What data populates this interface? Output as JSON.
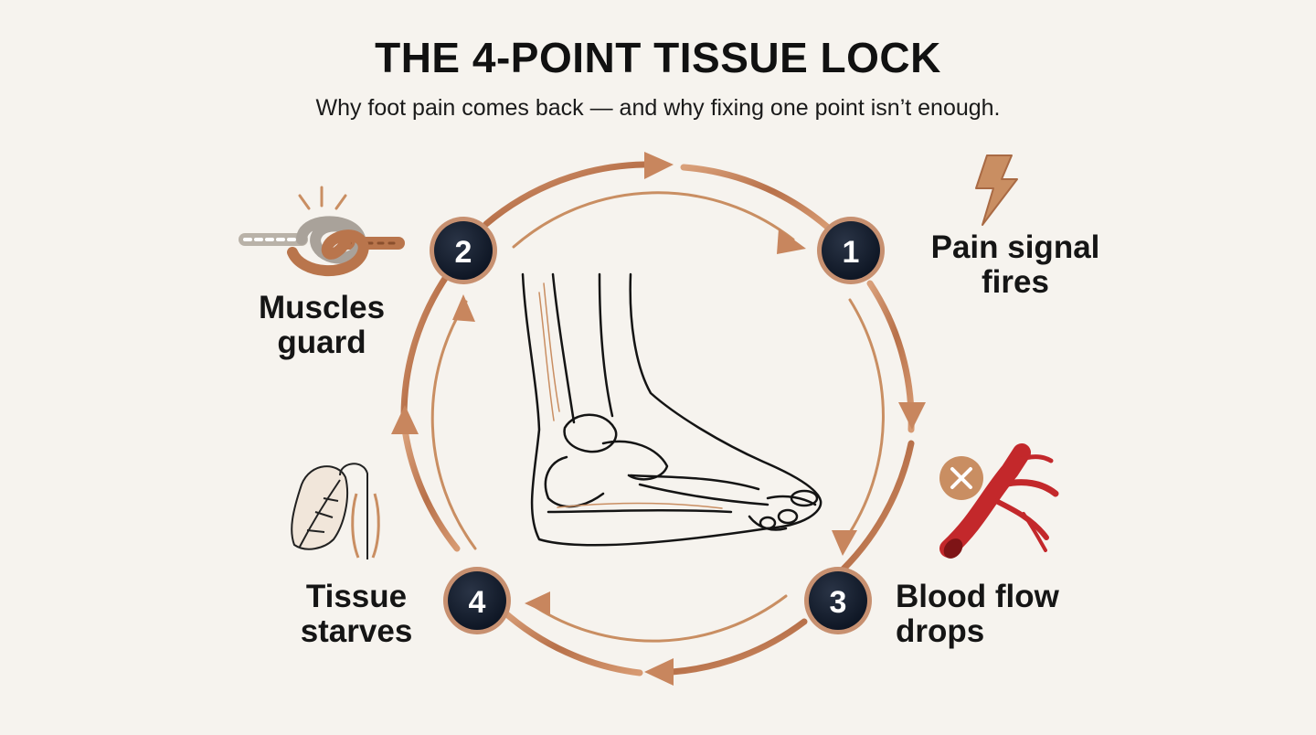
{
  "title": "THE 4-POINT TISSUE LOCK",
  "subtitle": "Why foot pain comes back — and why fixing one point isn’t enough.",
  "colors": {
    "background": "#f6f3ee",
    "badge": "#101a2a",
    "ring_accent": "#c0805a",
    "vessel": "#c3282b",
    "icon_accent": "#c98e62"
  },
  "nodes": [
    {
      "number": "1",
      "line1": "Pain signal",
      "line2": "fires",
      "icon": "lightning-bolt-icon"
    },
    {
      "number": "2",
      "line1": "Muscles",
      "line2": "guard",
      "icon": "rope-knot-icon"
    },
    {
      "number": "3",
      "line1": "Blood flow",
      "line2": "drops",
      "icon": "blocked-blood-vessel-icon"
    },
    {
      "number": "4",
      "line1": "Tissue",
      "line2": "starves",
      "icon": "withered-leaf-icon"
    }
  ],
  "center_illustration": "foot-bones-icon"
}
